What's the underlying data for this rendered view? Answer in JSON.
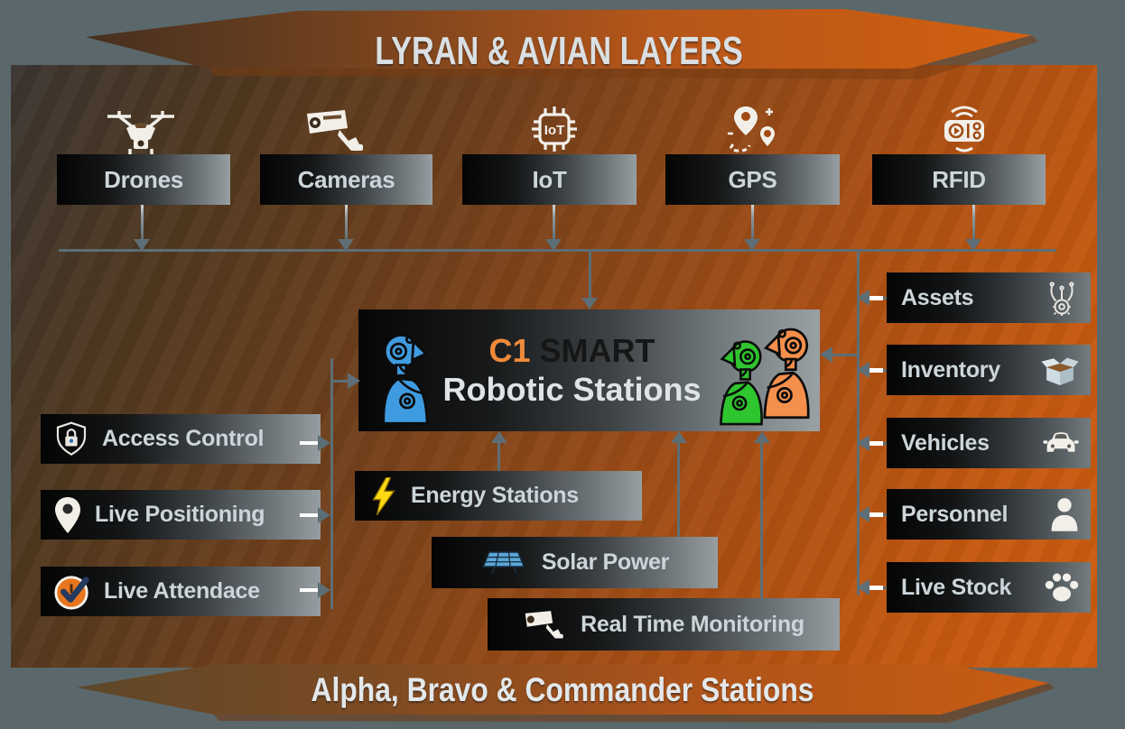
{
  "banners": {
    "top_label": "LYRAN & AVIAN LAYERS",
    "bottom_label": "Alpha, Bravo & Commander Stations"
  },
  "sensors": {
    "items": [
      {
        "label": "Drones",
        "icon": "drone-icon"
      },
      {
        "label": "Cameras",
        "icon": "cctv-camera-icon"
      },
      {
        "label": "IoT",
        "icon": "iot-chip-icon",
        "chip_text": "IoT"
      },
      {
        "label": "GPS",
        "icon": "gps-route-icon"
      },
      {
        "label": "RFID",
        "icon": "rfid-reader-icon"
      }
    ]
  },
  "central_station": {
    "highlight": "C1",
    "title_rest": " SMART",
    "subtitle": "Robotic Stations",
    "robot_colors": [
      "#3f9be0",
      "#2ec52e",
      "#f58f4c"
    ]
  },
  "left_items": [
    {
      "label": "Access Control",
      "icon": "shield-lock-icon"
    },
    {
      "label": "Live Positioning",
      "icon": "map-pin-icon"
    },
    {
      "label": "Live Attendace",
      "icon": "clock-check-icon"
    }
  ],
  "support_items": [
    {
      "label": "Energy Stations",
      "icon": "lightning-bolt-icon"
    },
    {
      "label": "Solar Power",
      "icon": "solar-panel-icon"
    },
    {
      "label": "Real Time Monitoring",
      "icon": "cctv-camera-icon"
    }
  ],
  "right_items": [
    {
      "label": "Assets",
      "icon": "gear-wires-icon"
    },
    {
      "label": "Inventory",
      "icon": "open-box-icon"
    },
    {
      "label": "Vehicles",
      "icon": "car-icon"
    },
    {
      "label": "Personnel",
      "icon": "person-icon"
    },
    {
      "label": "Live Stock",
      "icon": "paw-icon"
    }
  ],
  "colors": {
    "outer_background": "#5a686c",
    "panel_orange": "#c65712",
    "panel_dark": "#3b3531",
    "banner_orange": "#cf5e10",
    "box_dark": "#060606",
    "box_light": "#969ea2",
    "label_text": "#ccd6da",
    "connector_gray": "#5d6e76",
    "highlight_orange": "#ef8a3a",
    "smart_text": "#161616",
    "bolt_yellow": "#ffd814"
  }
}
